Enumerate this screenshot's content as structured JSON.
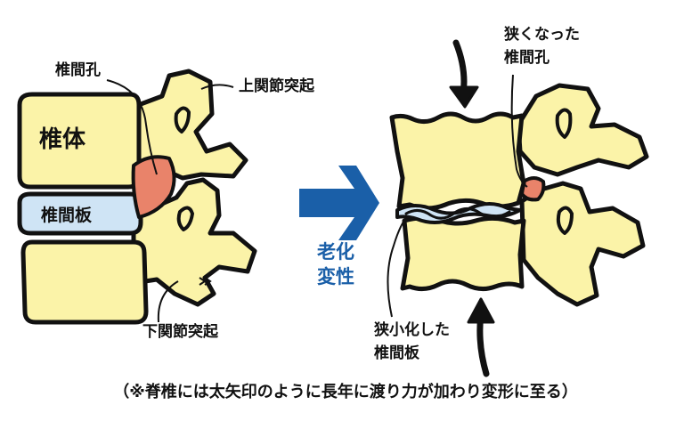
{
  "labels": {
    "intervertebral_foramen": "椎間孔",
    "superior_articular_process": "上関節突起",
    "vertebral_body": "椎体",
    "intervertebral_disc": "椎間板",
    "inferior_articular_process": "下関節突起",
    "aging_line1": "老化",
    "aging_line2": "変性",
    "narrowed_foramen_line1": "狭くなった",
    "narrowed_foramen_line2": "椎間孔",
    "narrowed_disc_line1": "狭小化した",
    "narrowed_disc_line2": "椎間板"
  },
  "caption": "（※脊椎には太矢印のように長年に渡り力が加わり変形に至る）",
  "colors": {
    "bone": "#fbf3a8",
    "disc": "#cfe4f5",
    "foramen": "#e9836a",
    "outline": "#111111",
    "arrow": "#1a5fa8"
  }
}
